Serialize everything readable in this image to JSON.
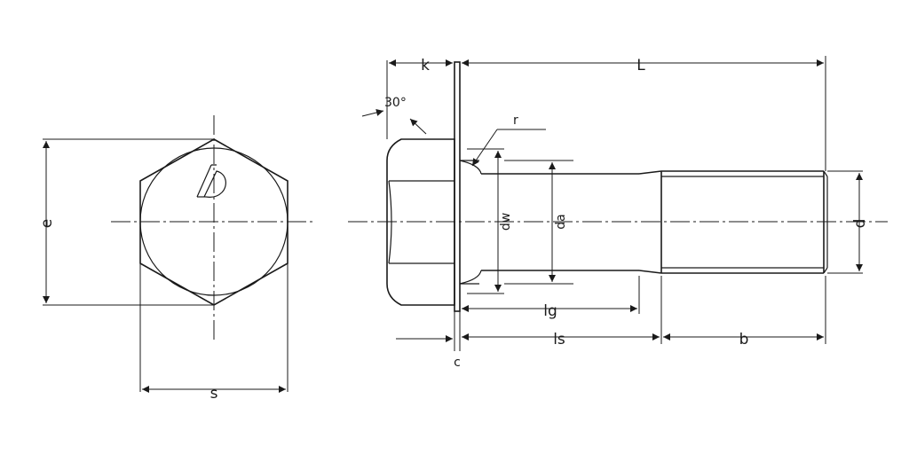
{
  "labels": {
    "e": "e",
    "s": "s",
    "k": "k",
    "L": "L",
    "angle": "30°",
    "r": "r",
    "dw": "dw",
    "da": "da",
    "d": "d",
    "lg": "lg",
    "ls": "ls",
    "b": "b",
    "c": "c"
  }
}
